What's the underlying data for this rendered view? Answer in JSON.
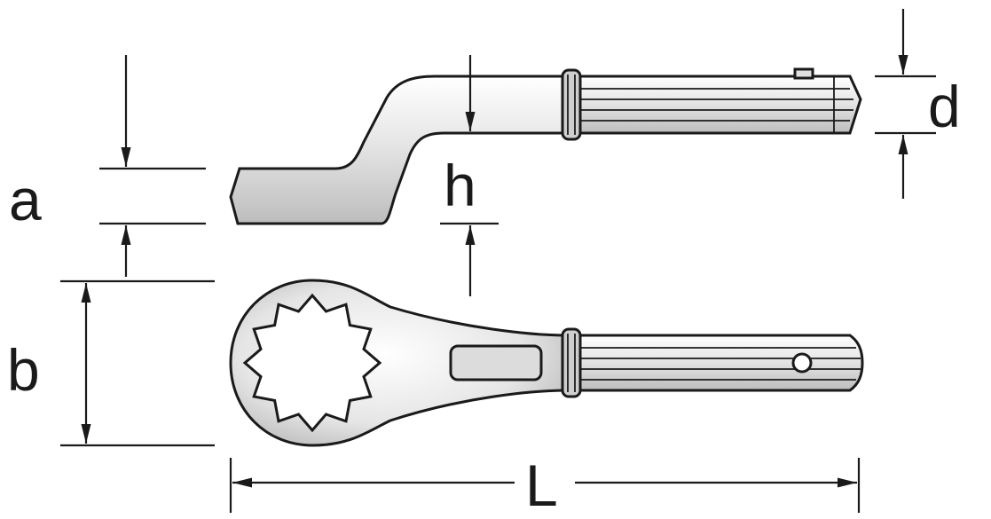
{
  "dimensions": {
    "a": "a",
    "b": "b",
    "h": "h",
    "d": "d",
    "L": "L"
  },
  "colors": {
    "line": "#1a1a1a",
    "metal_light": "#f4f4f4",
    "metal_mid": "#d9d9d9",
    "metal_dark": "#b3b3b3"
  }
}
